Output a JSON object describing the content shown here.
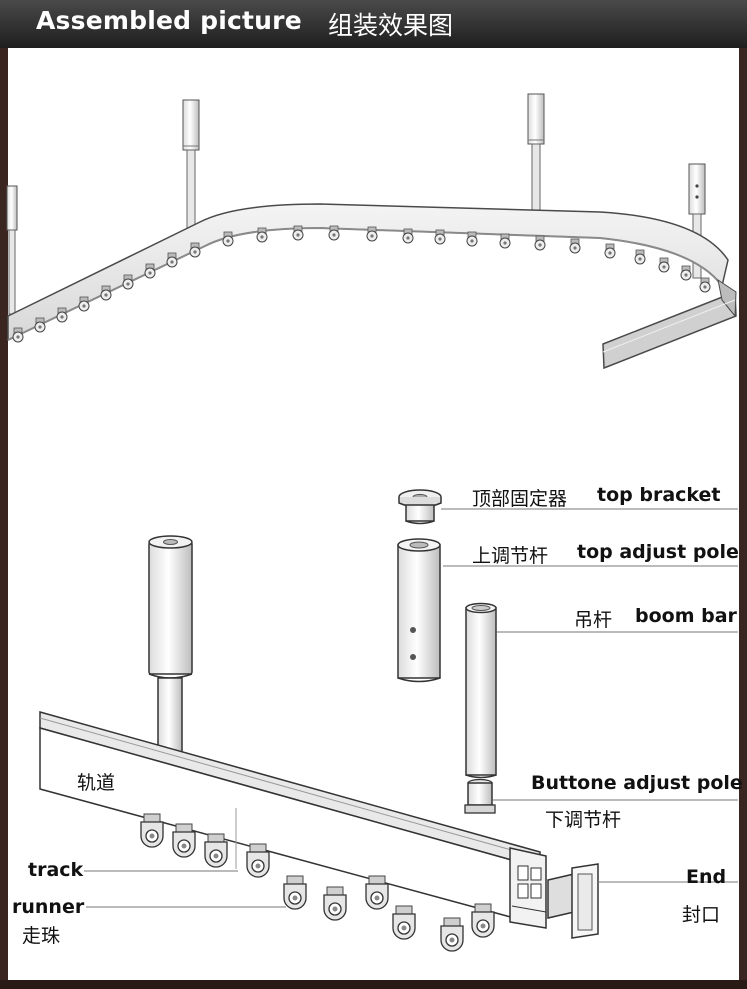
{
  "header": {
    "title": "Assembled picture",
    "title_cn": "组装效果图"
  },
  "parts": {
    "top_bracket": {
      "cn": "顶部固定器",
      "en": "top bracket"
    },
    "top_adjust_pole": {
      "cn": "上调节杆",
      "en": "top adjust pole"
    },
    "boom_bar": {
      "cn": "吊杆",
      "en": "boom bar"
    },
    "bottom_adjust_pole": {
      "en": "Buttone adjust pole",
      "cn": "下调节杆"
    },
    "track": {
      "cn": "轨道",
      "en": "track"
    },
    "runner": {
      "en": "runner",
      "cn": "走珠"
    },
    "end": {
      "en": "End",
      "cn": "封口"
    }
  }
}
